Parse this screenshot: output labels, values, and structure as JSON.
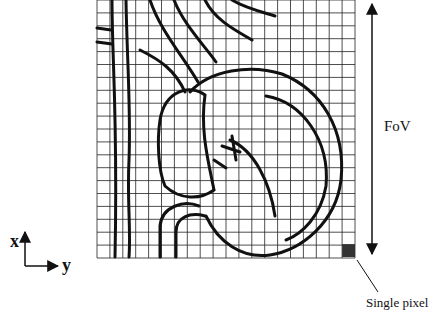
{
  "diagram": {
    "labels": [
      "FoV",
      "x",
      "y",
      "Single pixel"
    ]
  }
}
